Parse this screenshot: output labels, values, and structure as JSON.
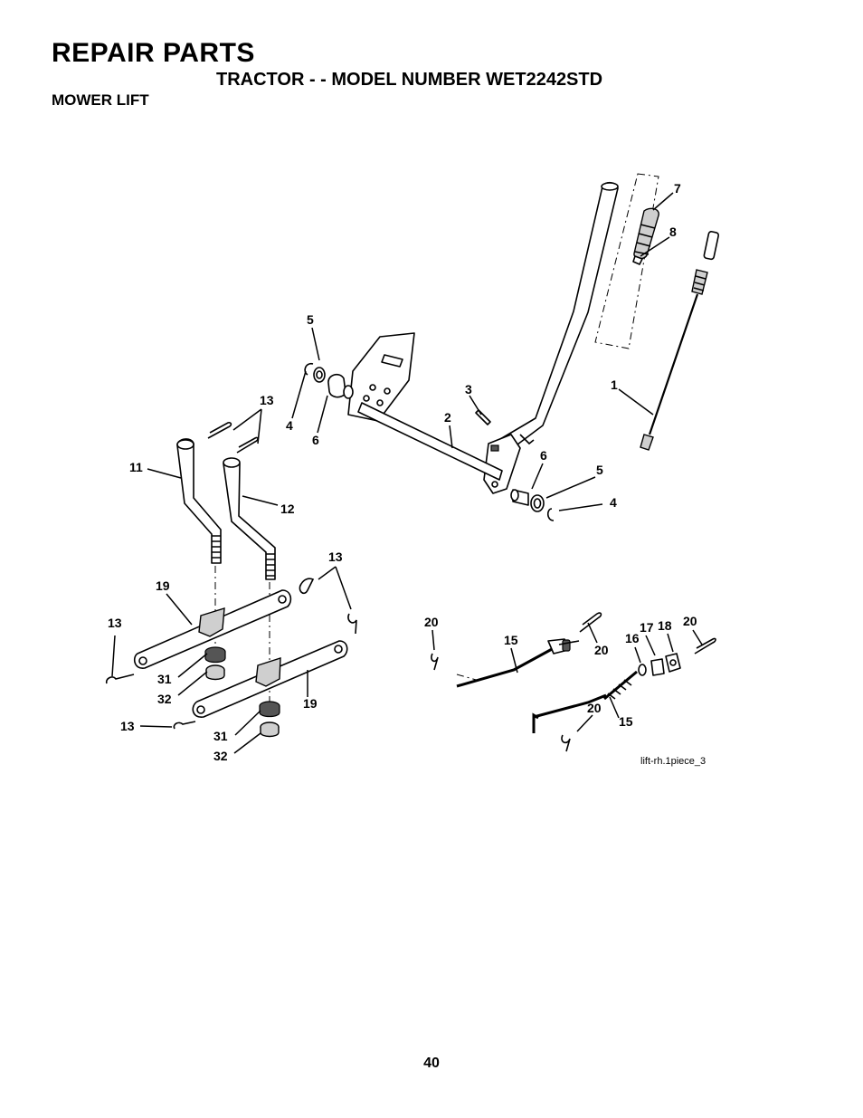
{
  "header": {
    "title": "REPAIR PARTS",
    "subtitle": "TRACTOR - - MODEL NUMBER WET2242STD",
    "section": "MOWER LIFT"
  },
  "diagram": {
    "file_name": "lift-rh.1piece_3",
    "callouts": [
      {
        "id": "c-7",
        "text": "7"
      },
      {
        "id": "c-8",
        "text": "8"
      },
      {
        "id": "c-5a",
        "text": "5"
      },
      {
        "id": "c-3",
        "text": "3"
      },
      {
        "id": "c-1",
        "text": "1"
      },
      {
        "id": "c-13a",
        "text": "13"
      },
      {
        "id": "c-4a",
        "text": "4"
      },
      {
        "id": "c-2",
        "text": "2"
      },
      {
        "id": "c-6a",
        "text": "6"
      },
      {
        "id": "c-6b",
        "text": "6"
      },
      {
        "id": "c-5b",
        "text": "5"
      },
      {
        "id": "c-11",
        "text": "11"
      },
      {
        "id": "c-4b",
        "text": "4"
      },
      {
        "id": "c-12",
        "text": "12"
      },
      {
        "id": "c-13b",
        "text": "13"
      },
      {
        "id": "c-19a",
        "text": "19"
      },
      {
        "id": "c-13c",
        "text": "13"
      },
      {
        "id": "c-20a",
        "text": "20"
      },
      {
        "id": "c-15a",
        "text": "15"
      },
      {
        "id": "c-17",
        "text": "17"
      },
      {
        "id": "c-18",
        "text": "18"
      },
      {
        "id": "c-20b",
        "text": "20"
      },
      {
        "id": "c-16",
        "text": "16"
      },
      {
        "id": "c-20c",
        "text": "20"
      },
      {
        "id": "c-31a",
        "text": "31"
      },
      {
        "id": "c-32a",
        "text": "32"
      },
      {
        "id": "c-19b",
        "text": "19"
      },
      {
        "id": "c-20d",
        "text": "20"
      },
      {
        "id": "c-15b",
        "text": "15"
      },
      {
        "id": "c-13d",
        "text": "13"
      },
      {
        "id": "c-31b",
        "text": "31"
      },
      {
        "id": "c-32b",
        "text": "32"
      }
    ]
  },
  "footer": {
    "page_number": "40"
  }
}
